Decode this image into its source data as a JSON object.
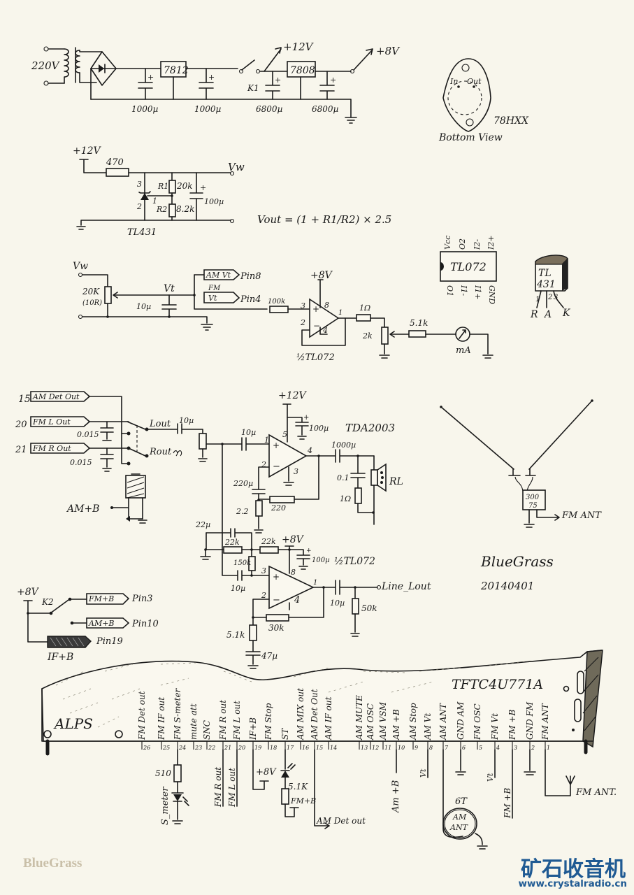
{
  "power_supply": {
    "input_label": "220V",
    "regulator1": "7812",
    "regulator2": "7808",
    "switch_label": "K1",
    "out_12v": "+12V",
    "out_8v": "+8V",
    "caps": [
      "1000µ",
      "1000µ",
      "6800µ",
      "6800µ"
    ]
  },
  "regulator_package": {
    "pin_in": "In",
    "pin_out": "Out",
    "part_label": "78HXX",
    "view_label": "Bottom View"
  },
  "reference_circuit": {
    "supply": "+12V",
    "resistor": "470",
    "output": "Vw",
    "r1_label": "R1",
    "r1_value": "20k",
    "r2_label": "R2",
    "r2_value": "8.2k",
    "cap": "100µ",
    "pin3": "3",
    "pin2": "2",
    "pin1": "1",
    "ic_label": "TL431",
    "formula": "Vout = (1 + R1/R2) × 2.5"
  },
  "tl072_pinout": {
    "title": "TL072",
    "top_pins": [
      "Vcc",
      "O2",
      "I2-",
      "I2+"
    ],
    "bottom_pins": [
      "O1",
      "I1-",
      "I1+",
      "GND"
    ]
  },
  "tl431_pinout": {
    "line1": "TL",
    "line2": "431",
    "pin_numbers": [
      "1",
      "2",
      "3"
    ],
    "pin_names": [
      "R",
      "A",
      "K"
    ]
  },
  "tuning_circuit": {
    "input": "Vw",
    "pot": "20K",
    "pot_note": "(10R)",
    "node": "Vt",
    "cap": "10µ",
    "am_tag": "AM Vt",
    "am_pin": "Pin8",
    "fm_note": "FM",
    "fm_tag": "Vt",
    "fm_pin": "Pin4",
    "r_in": "100k",
    "supply": "+8V",
    "opamp_pins": [
      "3",
      "2",
      "8",
      "4",
      "1"
    ],
    "opamp_label": "½TL072",
    "r_out": "1Ω",
    "trim": "2k",
    "r_meter": "5.1k",
    "meter": "mA"
  },
  "audio_amp": {
    "inputs": [
      {
        "pin": "15",
        "label": "AM Det Out"
      },
      {
        "pin": "20",
        "label": "FM L Out"
      },
      {
        "pin": "21",
        "label": "FM R Out"
      }
    ],
    "caps_filter": [
      "0.015",
      "0.015"
    ],
    "lout": "Lout",
    "rout": "Rout",
    "coupling": "10µ",
    "relay_supply": "AM+B",
    "supply": "+12V",
    "supply_cap": "100µ",
    "ic_label": "TDA2003",
    "in_cap": "10µ",
    "fb_cap": "220µ",
    "fb_r1": "2.2",
    "fb_r2": "220",
    "out_cap": "1000µ",
    "zobel_c": "0.1",
    "zobel_r": "1Ω",
    "load": "RL",
    "pins": [
      "1",
      "2",
      "3",
      "4",
      "5"
    ]
  },
  "line_out": {
    "cap1": "22µ",
    "r1": "22k",
    "r2": "22k",
    "r3": "150k",
    "supply": "+8V",
    "supply_cap": "100µ",
    "ic_label": "½TL072",
    "in_cap": "10µ",
    "out_cap": "10µ",
    "load": "50k",
    "fb": "30k",
    "rg": "5.1k",
    "cg": "47µ",
    "output": "Line_Lout",
    "pins": [
      "3",
      "2",
      "8",
      "4",
      "1"
    ]
  },
  "band_switch": {
    "supply": "+8V",
    "switch_label": "K2",
    "tags": [
      {
        "label": "FM+B",
        "pin": "Pin3"
      },
      {
        "label": "AM+B",
        "pin": "Pin10"
      },
      {
        "label": "",
        "pin": "Pin19"
      }
    ],
    "if_label": "IF+B"
  },
  "antenna": {
    "balun_top": "300",
    "balun_bottom": "75",
    "output": "FM ANT"
  },
  "signature": {
    "name": "BlueGrass",
    "date": "20140401"
  },
  "tuner_module": {
    "brand": "ALPS",
    "model": "TFTC4U771A",
    "pins": [
      {
        "n": "26",
        "label": "FM Det out"
      },
      {
        "n": "25",
        "label": "FM IF out"
      },
      {
        "n": "24",
        "label": "FM S-meter"
      },
      {
        "n": "23",
        "label": "mute att"
      },
      {
        "n": "22",
        "label": "SNC"
      },
      {
        "n": "21",
        "label": "FM R out"
      },
      {
        "n": "20",
        "label": "FM L out"
      },
      {
        "n": "19",
        "label": "IF+B"
      },
      {
        "n": "18",
        "label": "FM Stop"
      },
      {
        "n": "17",
        "label": "ST"
      },
      {
        "n": "16",
        "label": "AM MIX out"
      },
      {
        "n": "15",
        "label": "AM Det Out"
      },
      {
        "n": "14",
        "label": "AM IF out"
      },
      {
        "n": "13",
        "label": "AM MUTE"
      },
      {
        "n": "12",
        "label": "AM OSC"
      },
      {
        "n": "11",
        "label": "AM VSM"
      },
      {
        "n": "10",
        "label": "AM +B"
      },
      {
        "n": "9",
        "label": "AM Stop"
      },
      {
        "n": "8",
        "label": "AM Vt"
      },
      {
        "n": "7",
        "label": "AM ANT"
      },
      {
        "n": "6",
        "label": "GND AM"
      },
      {
        "n": "5",
        "label": "FM OSC"
      },
      {
        "n": "4",
        "label": "FM Vt"
      },
      {
        "n": "3",
        "label": "FM +B"
      },
      {
        "n": "2",
        "label": "GND FM"
      },
      {
        "n": "1",
        "label": "FM ANT"
      }
    ],
    "below": {
      "s_meter_r": "510",
      "s_meter": "S_meter",
      "fm_r_out": "FM R out",
      "fm_l_out": "FM L out",
      "plus8v": "+8V",
      "st_r": "5.1K",
      "st_supply": "FM+B",
      "am_det_out": "AM Det out",
      "am_b": "Am +B",
      "vt8": "Vt",
      "vt4": "Vt",
      "fm_b": "FM +B",
      "am_ant_turns": "6T",
      "am_ant_l1": "AM",
      "am_ant_l2": "ANT",
      "fm_ant": "FM ANT."
    }
  },
  "footer": {
    "watermark": "BlueGrass",
    "site_cn": "矿石收音机",
    "site_url": "www.crystalradio.cn"
  },
  "colors": {
    "paper": "#f8f6ec",
    "ink": "#1a1a1a",
    "brand_blue": "#1f5a93"
  }
}
